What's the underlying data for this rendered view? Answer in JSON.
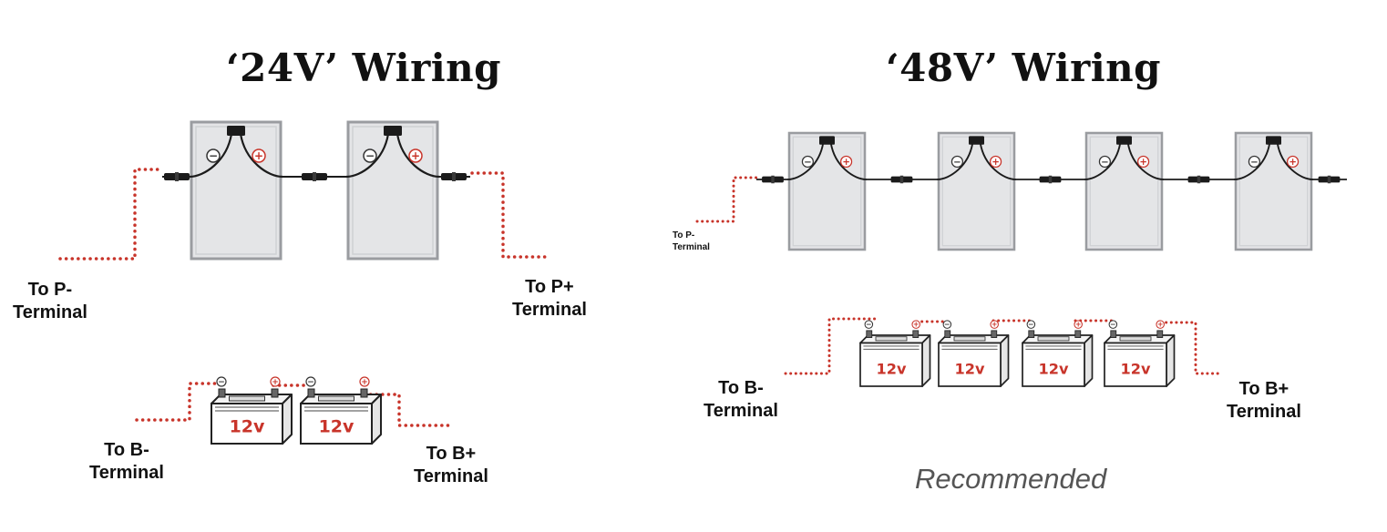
{
  "diagrams": [
    {
      "id": "24v",
      "title": "‘24V’ Wiring",
      "panel_count": 2,
      "battery_count": 2,
      "panel_labels": {
        "negative": [
          "To P-",
          "Terminal"
        ],
        "positive": [
          "To P+",
          "Terminal"
        ]
      },
      "battery_labels": {
        "negative": [
          "To B-",
          "Terminal"
        ],
        "positive": [
          "To B+",
          "Terminal"
        ]
      }
    },
    {
      "id": "48v",
      "title": "‘48V’ Wiring",
      "panel_count": 4,
      "battery_count": 4,
      "panel_labels": {
        "negative": [
          "To P-",
          "Terminal"
        ]
      },
      "battery_labels": {
        "negative": [
          "To B-",
          "Terminal"
        ],
        "positive": [
          "To B+",
          "Terminal"
        ]
      },
      "note": "Recommended"
    }
  ],
  "symbols": {
    "minus": "−",
    "plus": "+"
  },
  "battery": {
    "label": "12v"
  },
  "colors": {
    "wire": "#c8342a",
    "panel": "#e4e5e7",
    "panel_frame": "#9a9ca0",
    "cable": "#1b1b1b",
    "plus": "#c8342a",
    "battery_text": "#c8342a"
  }
}
